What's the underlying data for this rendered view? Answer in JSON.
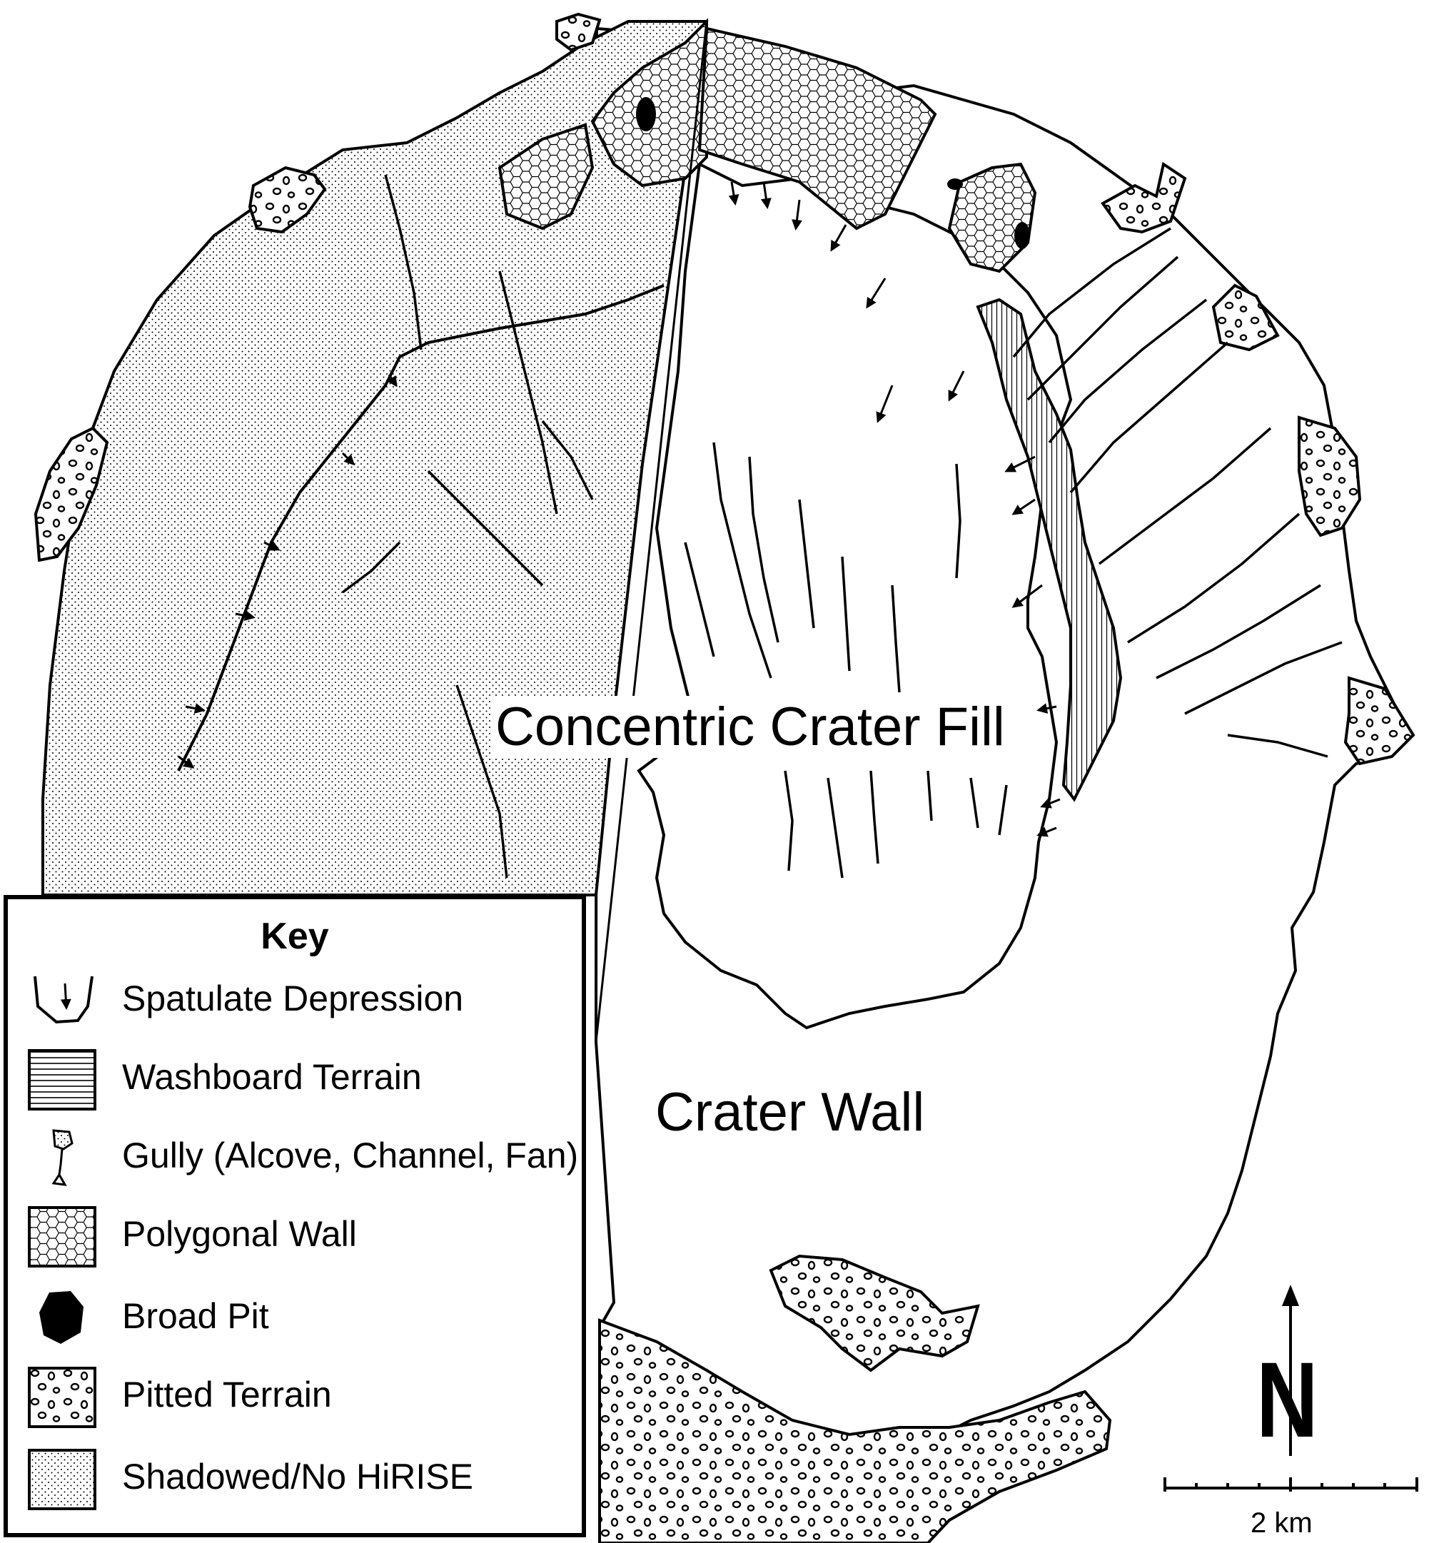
{
  "map": {
    "labels": {
      "fill": "Concentric Crater Fill",
      "wall": "Crater Wall"
    },
    "north": "N",
    "scale": "2 km"
  },
  "key": {
    "title": "Key",
    "items": [
      {
        "label": "Spatulate Depression",
        "icon": "spatulate-depression-icon"
      },
      {
        "label": "Washboard Terrain",
        "icon": "washboard-pattern-icon"
      },
      {
        "label": "Gully (Alcove, Channel, Fan)",
        "icon": "gully-icon"
      },
      {
        "label": "Polygonal Wall",
        "icon": "hexagon-pattern-icon"
      },
      {
        "label": "Broad Pit",
        "icon": "broad-pit-icon"
      },
      {
        "label": "Pitted Terrain",
        "icon": "pitted-pattern-icon"
      },
      {
        "label": "Shadowed/No HiRISE",
        "icon": "stipple-pattern-icon"
      }
    ]
  },
  "colors": {
    "ink": "#000000",
    "background": "#ffffff"
  }
}
